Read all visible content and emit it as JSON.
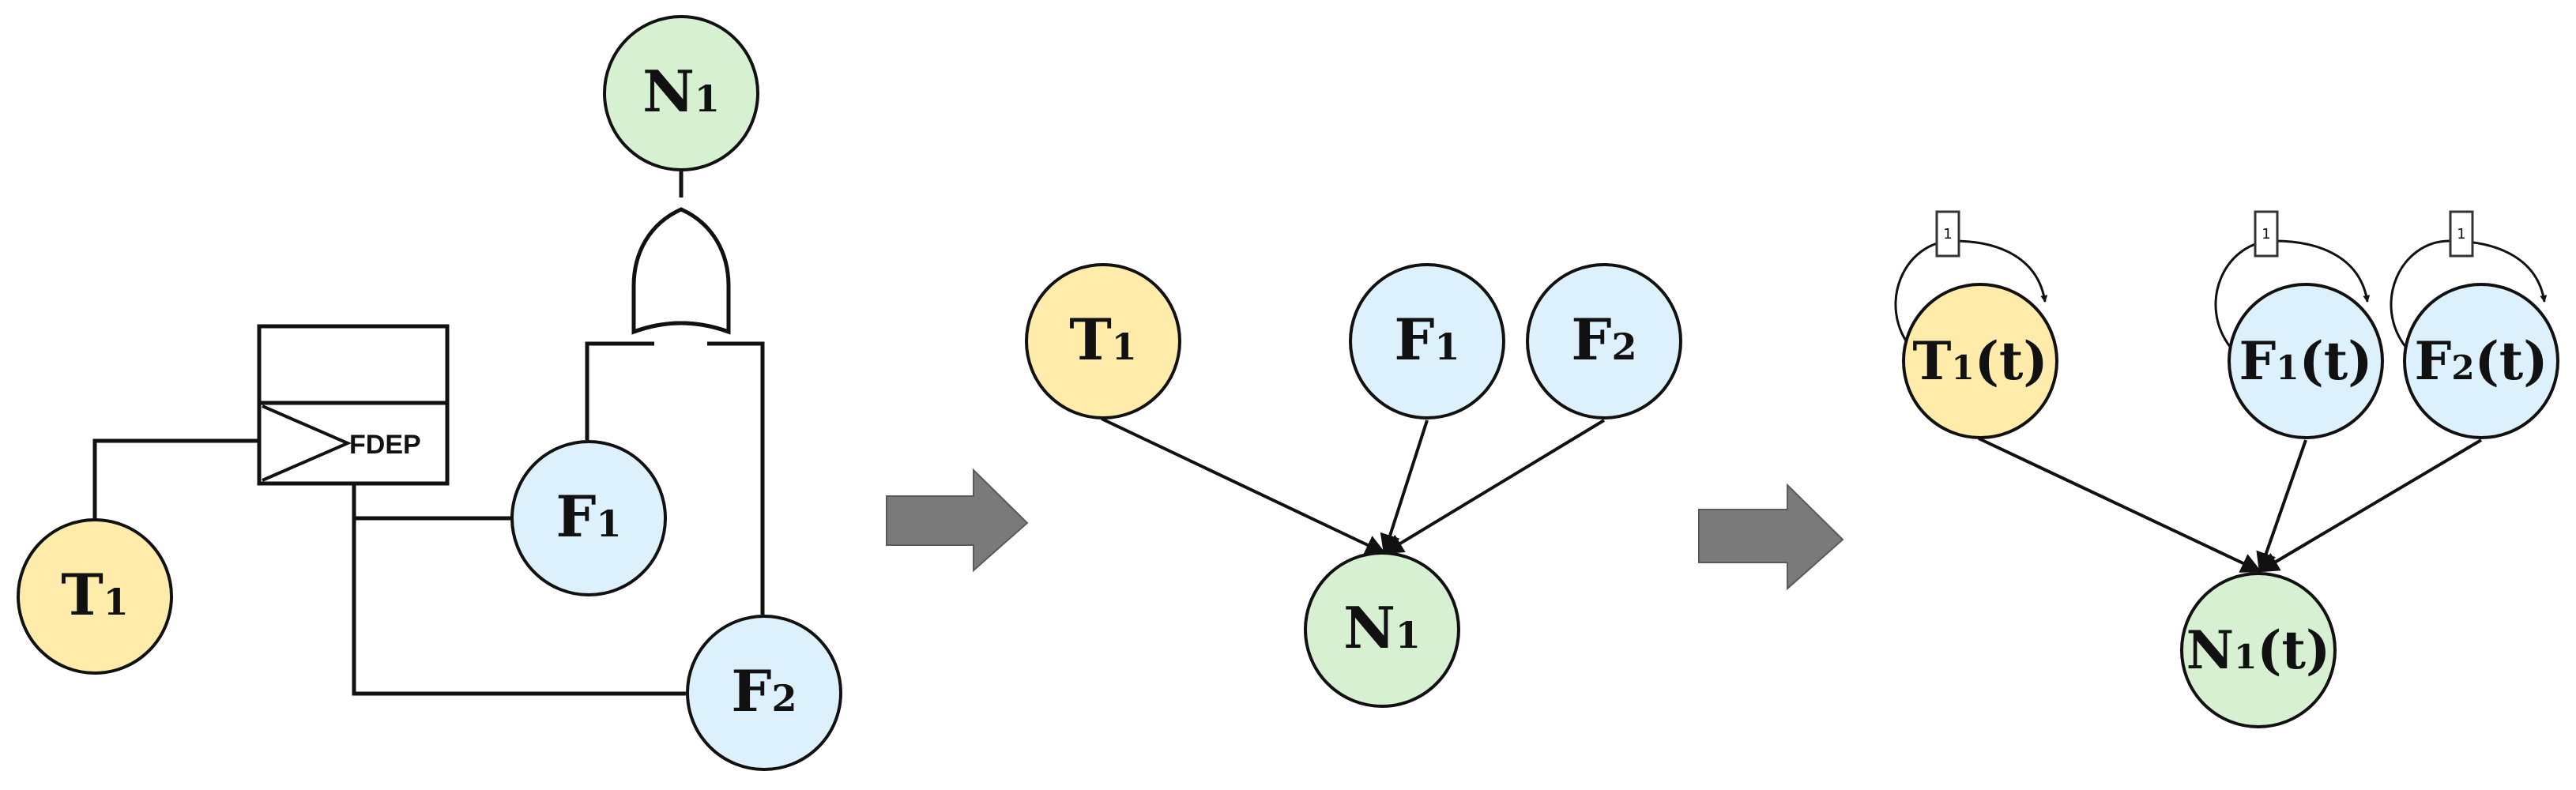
{
  "colors": {
    "yellow": "#FFEBAA",
    "blue": "#DDF1FC",
    "green": "#D8F0D2",
    "stroke": "#111111",
    "arrow": "#7A7A7A"
  },
  "fault_tree": {
    "top_event": {
      "name": "N",
      "sub": "1"
    },
    "trigger": {
      "name": "T",
      "sub": "1"
    },
    "basic_event_1": {
      "name": "F",
      "sub": "1"
    },
    "basic_event_2": {
      "name": "F",
      "sub": "2"
    },
    "fdep_label": "FDEP"
  },
  "bayesian_network": {
    "t1": {
      "name": "T",
      "sub": "1"
    },
    "f1": {
      "name": "F",
      "sub": "1"
    },
    "f2": {
      "name": "F",
      "sub": "2"
    },
    "n1": {
      "name": "N",
      "sub": "1"
    }
  },
  "dynamic_bayesian_network": {
    "t1": {
      "name": "T",
      "sub": "1",
      "suffix": "(t)"
    },
    "f1": {
      "name": "F",
      "sub": "1",
      "suffix": "(t)"
    },
    "f2": {
      "name": "F",
      "sub": "2",
      "suffix": "(t)"
    },
    "n1": {
      "name": "N",
      "sub": "1",
      "suffix": "(t)"
    },
    "temporal_label_t1": "1",
    "temporal_label_f1": "1",
    "temporal_label_f2": "1"
  }
}
